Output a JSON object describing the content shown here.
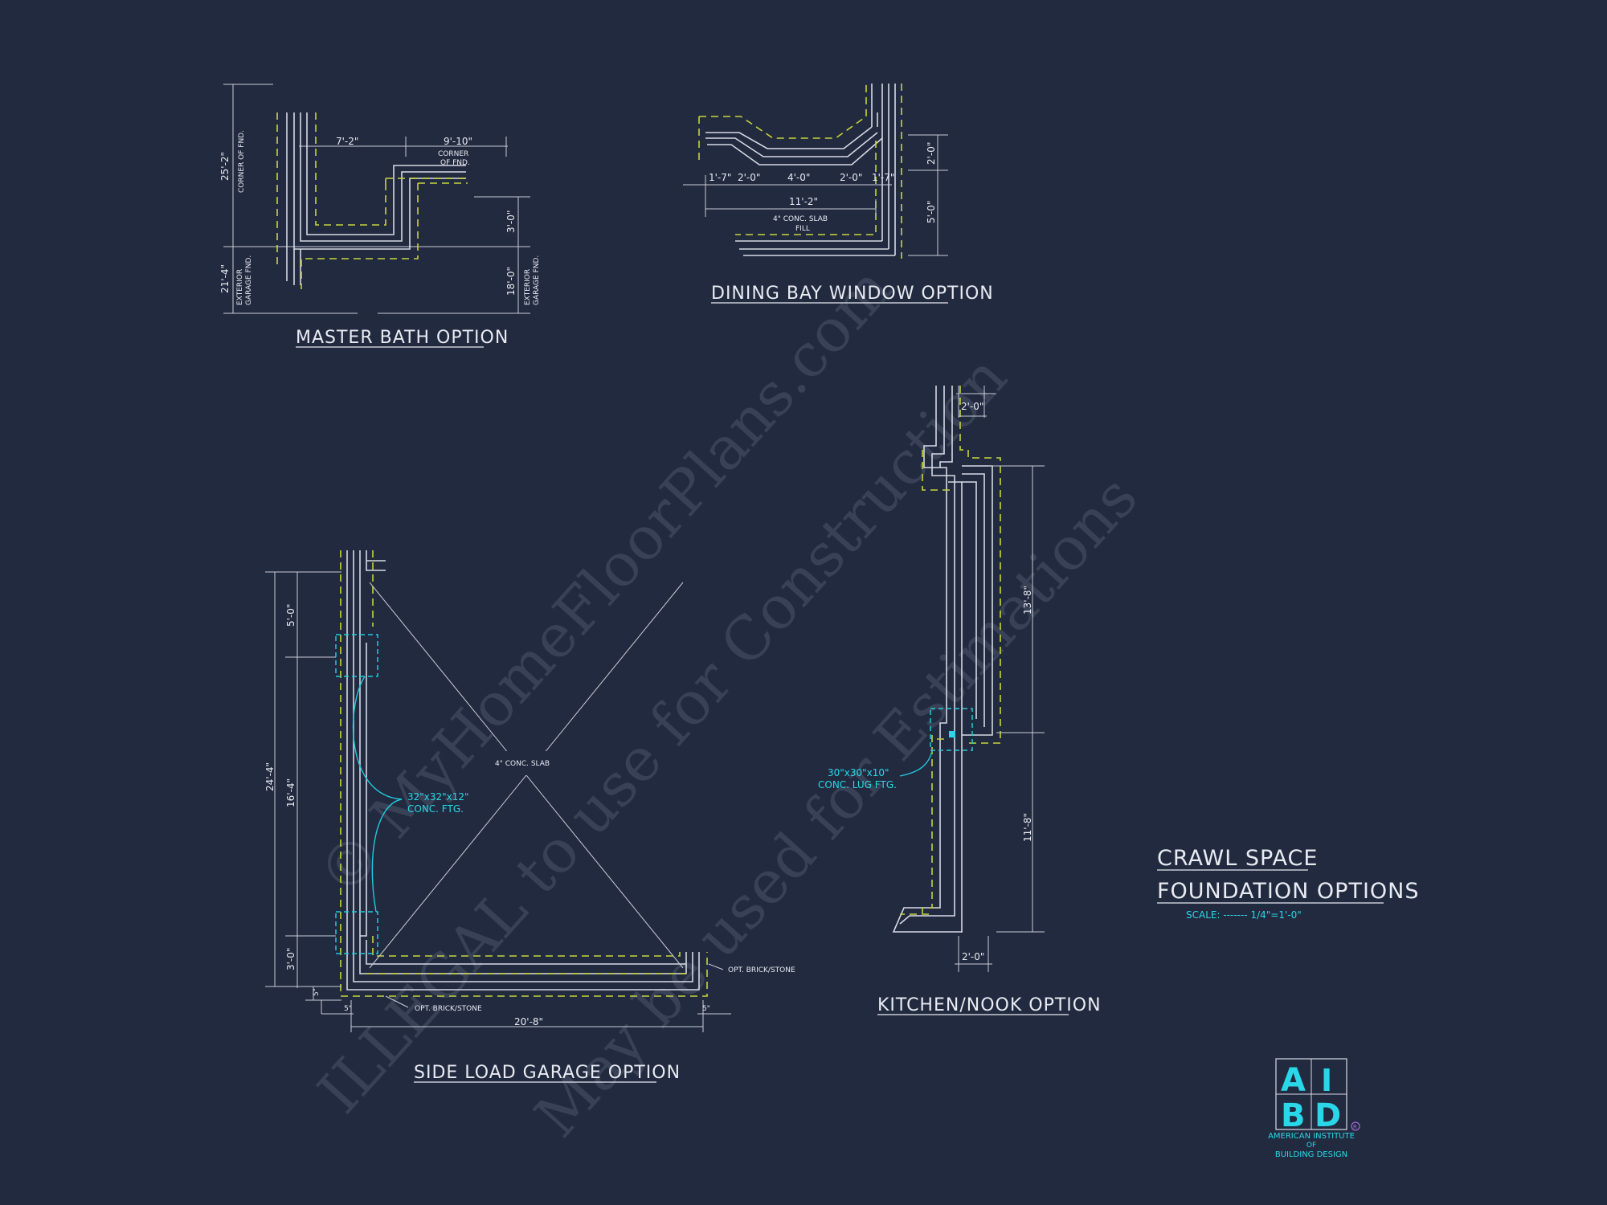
{
  "watermark": {
    "line1": "© MyHomeFloorPlans.com",
    "line2": "ILLEGAL to use for Construction",
    "line3": "May be used for Estimations"
  },
  "master_bath": {
    "title": "MASTER BATH OPTION",
    "dim_top_left": "7'-2\"",
    "dim_top_right": "9'-10\"",
    "corner_note": [
      "CORNER",
      "OF FND."
    ],
    "dim_left_upper": "25'-2\"",
    "left_upper_note": "CORNER OF FND.",
    "dim_left_lower": "21'-4\"",
    "left_lower_note": [
      "EXTERIOR",
      "GARAGE FND."
    ],
    "dim_right_upper": "3'-0\"",
    "dim_right_lower": "18'-0\"",
    "right_lower_note": [
      "EXTERIOR",
      "GARAGE FND."
    ]
  },
  "dining_bay": {
    "title": "DINING BAY WINDOW OPTION",
    "dims_row": [
      "1'-7\"",
      "2'-0\"",
      "4'-0\"",
      "2'-0\"",
      "1'-7\""
    ],
    "dim_total": "11'-2\"",
    "slab_note": [
      "4\" CONC. SLAB",
      "FILL"
    ],
    "dim_right_upper": "2'-0\"",
    "dim_right_lower": "5'-0\""
  },
  "side_load_garage": {
    "title": "SIDE LOAD GARAGE OPTION",
    "dim_overall": "24'-4\"",
    "dim_top": "5'-0\"",
    "dim_mid": "16'-4\"",
    "dim_bottom": "3'-0\"",
    "dim_small_left": "5\"",
    "dim_small_bl": "5\"",
    "dim_small_br": "5\"",
    "dim_width": "20'-8\"",
    "slab_note": "4\" CONC. SLAB",
    "footing_note": [
      "32\"x32\"x12\"",
      "CONC. FTG."
    ],
    "brick_note_right": "OPT. BRICK/STONE",
    "brick_note_bottom": "OPT. BRICK/STONE"
  },
  "kitchen_nook": {
    "title": "KITCHEN/NOOK OPTION",
    "dim_top": "2'-0\"",
    "dim_upper": "13'-8\"",
    "dim_lower": "11'-8\"",
    "dim_bottom": "2'-0\"",
    "lug_note": [
      "30\"x30\"x10\"",
      "CONC. LUG FTG."
    ]
  },
  "sheet_title": {
    "line1": "CRAWL SPACE",
    "line2": "FOUNDATION OPTIONS",
    "scale": "SCALE: ------- 1/4\"=1'-0\""
  },
  "logo": {
    "letters": [
      "A",
      "I",
      "B",
      "D"
    ],
    "registered": "R",
    "caption": [
      "AMERICAN INSTITUTE",
      "OF",
      "BUILDING DESIGN"
    ]
  },
  "colors": {
    "background": "#222a3f",
    "lines": "#d6dae3",
    "dashed_foundation": "#c8d43a",
    "footing": "#22c9dc"
  }
}
